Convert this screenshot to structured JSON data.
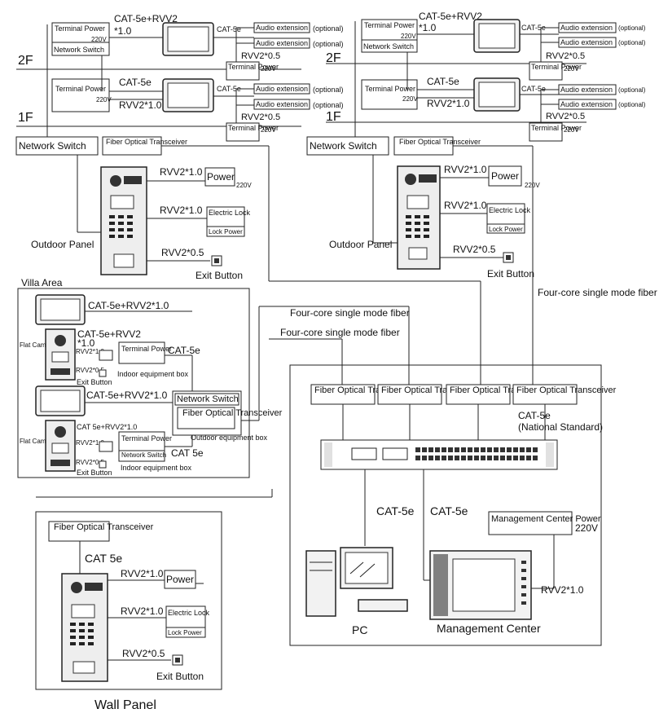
{
  "floors": {
    "f2": "2F",
    "f1": "1F"
  },
  "labels": {
    "terminal_power": "Terminal Power",
    "network_switch": "Network Switch",
    "audio_extension": "Audio extension",
    "optional": "(optional)",
    "cat5e": "CAT-5e",
    "cat5e_rvv2": "CAT-5e+RVV2",
    "cat5e_rvv2_10": "CAT-5e+RVV2*1.0",
    "cat5e_rvv2_10b": "CAT 5e+RVV2*1.0",
    "rvv2_10": "RVV2*1.0",
    "rvv2_05": "RVV2*0.5",
    "star10": "*1.0",
    "v220": "220V",
    "fiber_transceiver": "Fiber Optical Transceiver",
    "power": "Power",
    "electric_lock": "Electric Lock",
    "lock_power": "Lock Power",
    "outdoor_panel": "Outdoor Panel",
    "exit_button": "Exit Button",
    "villa_area": "Villa Area",
    "flat_camera": "Flat Camera",
    "indoor_equipment_box": "Indoor equipment box",
    "outdoor_equipment_box": "Outdoor equipment box",
    "cat_5e_space": "CAT 5e",
    "four_core_fiber": "Four-core single mode fiber",
    "national_standard": "(National Standard)",
    "management_center_power": "Management Center Power",
    "management_center": "Management Center",
    "pc": "PC",
    "wall_panel": "Wall Panel"
  }
}
